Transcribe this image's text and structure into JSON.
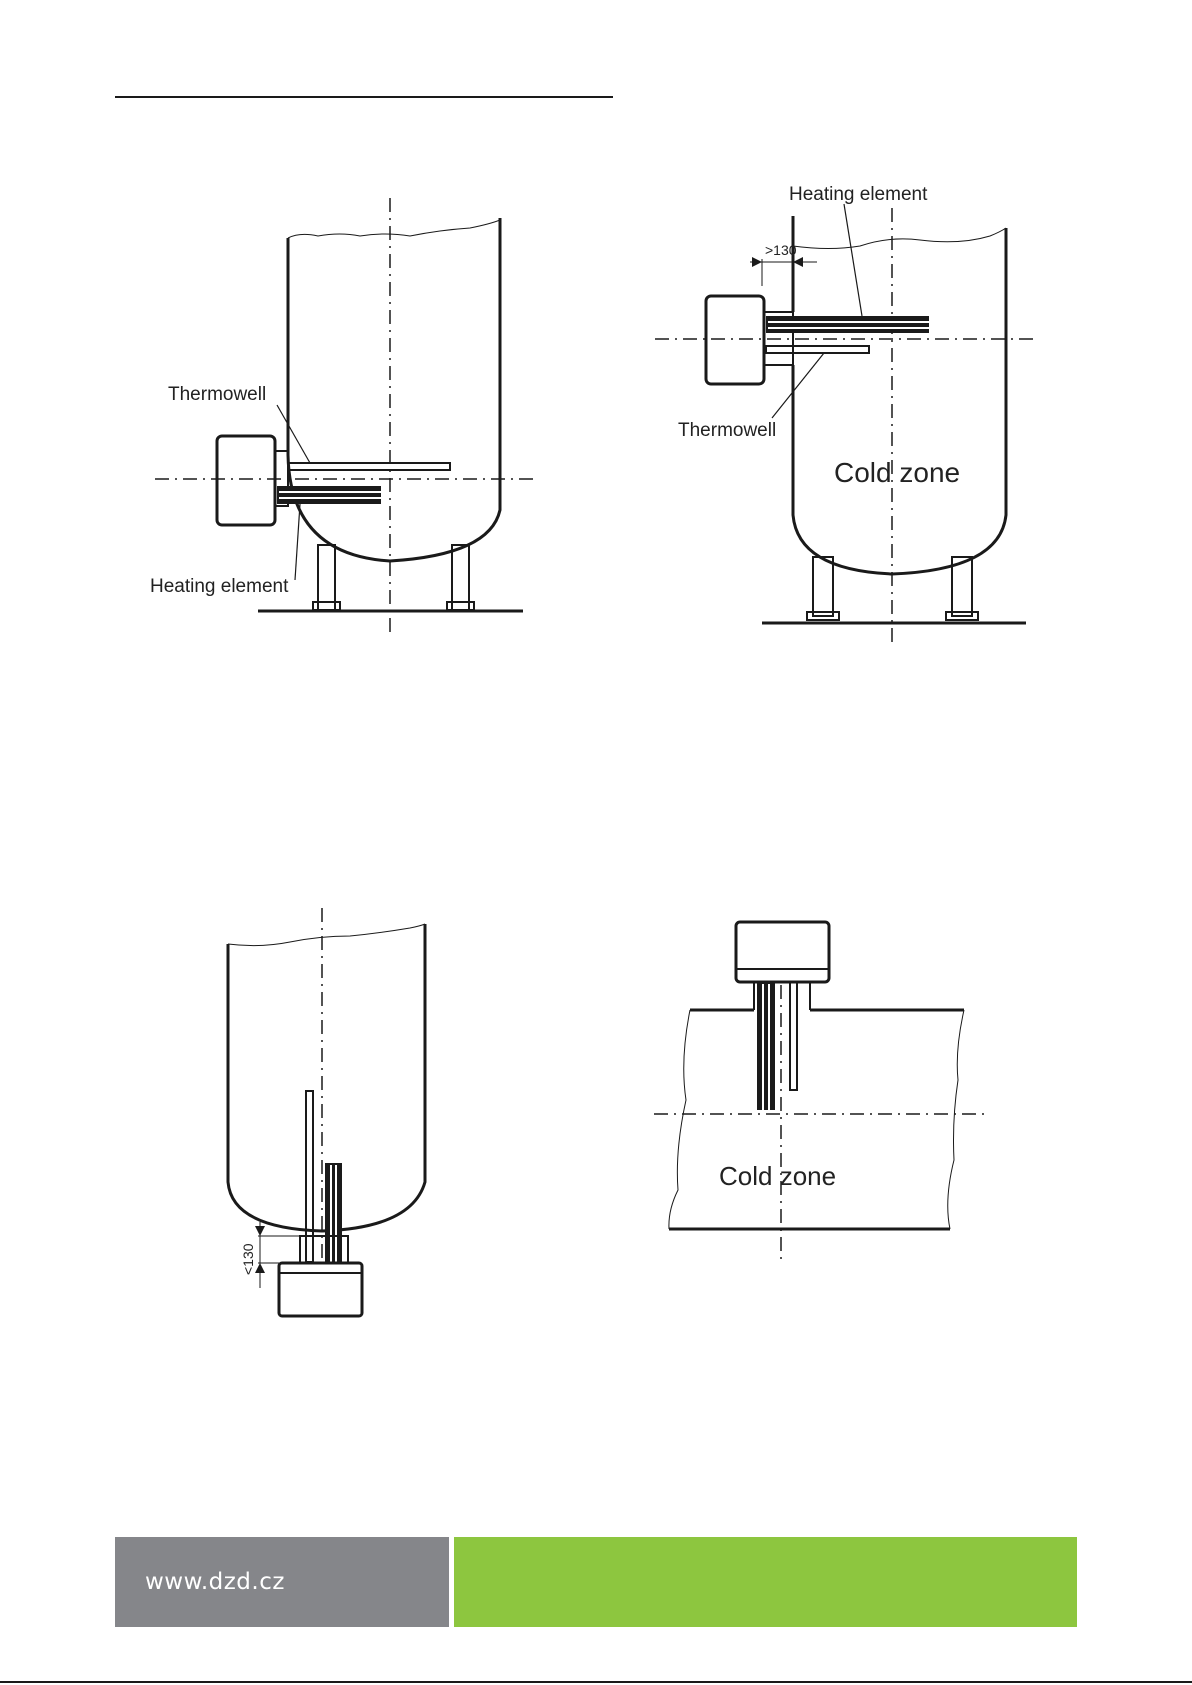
{
  "figures": {
    "fig1": {
      "thermowell": "Thermowell",
      "heating_element": "Heating element"
    },
    "fig2": {
      "heating_element": "Heating element",
      "dimension": ">130",
      "thermowell": "Thermowell",
      "zone": "Cold zone"
    },
    "fig3": {
      "dimension": "<130"
    },
    "fig4": {
      "zone": "Cold zone"
    }
  },
  "footer": {
    "url": "www.dzd.cz",
    "colors": {
      "gray": "#85868a",
      "green": "#8dc63f"
    }
  }
}
